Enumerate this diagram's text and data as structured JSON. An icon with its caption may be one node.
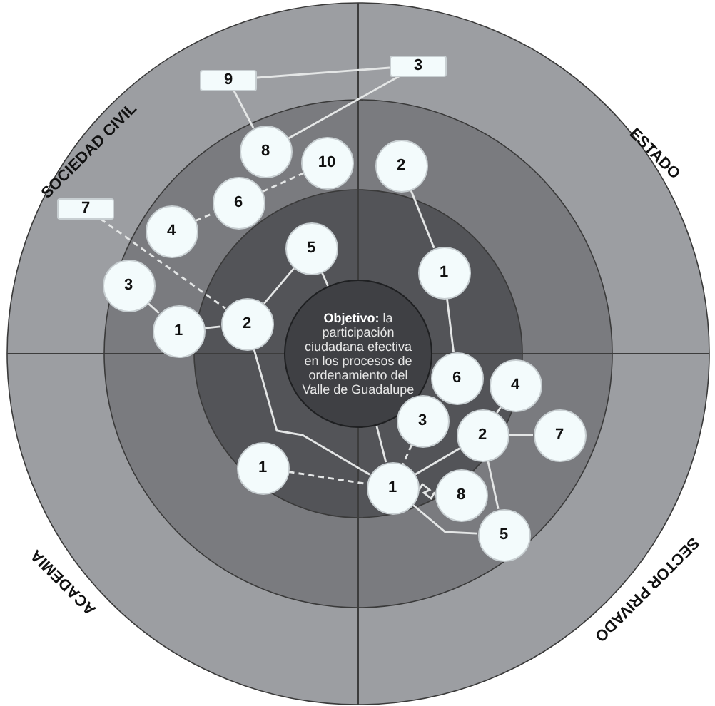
{
  "diagram": {
    "nodes": [
      {
        "text": [
          "3"
        ]
      },
      {
        "text": [
          "9"
        ]
      },
      {
        "text": [
          "8"
        ]
      },
      {
        "text": [
          "10"
        ]
      },
      {
        "text": [
          "2"
        ]
      },
      {
        "text": [
          "6"
        ]
      },
      {
        "text": [
          "7"
        ]
      },
      {
        "text": [
          "4"
        ]
      },
      {
        "text": [
          "5"
        ]
      },
      {
        "text": [
          "1"
        ]
      },
      {
        "text": [
          "3"
        ]
      },
      {
        "text": [
          "2"
        ]
      },
      {
        "text": [
          "1"
        ]
      },
      {
        "text": [
          "**Objetivo:** la participación ciudadana efectiva en los procesos de ordenamiento del Valle de Guadalupe"
        ]
      },
      {
        "text": [
          "6"
        ]
      },
      {
        "text": [
          "4"
        ]
      },
      {
        "text": [
          "3"
        ]
      },
      {
        "text": [
          "2"
        ]
      },
      {
        "text": [
          "7"
        ]
      },
      {
        "text": [
          "1"
        ]
      },
      {
        "text": [
          "1"
        ]
      },
      {
        "text": [
          "8"
        ]
      },
      {
        "text": [
          "5"
        ]
      }
    ],
    "edges": [
      {
        "from": 0,
        "to": 1,
        "arrow": "none"
      },
      {
        "from": 0,
        "to": 2,
        "arrow": "none"
      },
      {
        "from": 1,
        "to": 2,
        "arrow": "none"
      },
      {
        "from": 5,
        "to": 3,
        "arrow": "none",
        "style": "dashed"
      },
      {
        "from": 7,
        "to": 5,
        "arrow": "none",
        "style": "dashed"
      },
      {
        "from": 6,
        "to": 11,
        "arrow": "none",
        "style": "dashed"
      },
      {
        "from": 10,
        "to": 12,
        "arrow": "none"
      },
      {
        "from": 12,
        "to": 11,
        "arrow": "none"
      },
      {
        "from": 11,
        "to": 8,
        "arrow": "none"
      },
      {
        "from": 8,
        "to": 13,
        "arrow": "none"
      },
      {
        "from": 11,
        "to": 20,
        "arrow": "none"
      },
      {
        "from": 4,
        "to": 9,
        "arrow": "none"
      },
      {
        "from": 9,
        "to": 14,
        "arrow": "none"
      },
      {
        "from": 15,
        "to": 17,
        "arrow": "none"
      },
      {
        "from": 17,
        "to": 18,
        "arrow": "none"
      },
      {
        "from": 17,
        "to": 20,
        "arrow": "none"
      },
      {
        "from": 17,
        "to": 22,
        "arrow": "none"
      },
      {
        "from": 16,
        "to": 20,
        "arrow": "none",
        "style": "dashed"
      },
      {
        "from": 20,
        "to": 22,
        "arrow": "none"
      },
      {
        "from": 20,
        "to": 21,
        "arrow": "none"
      },
      {
        "from": 13,
        "to": 20,
        "arrow": "none"
      },
      {
        "from": 19,
        "to": 20,
        "arrow": "none",
        "style": "dashed"
      }
    ],
    "labels": [
      "SOCIEDAD CIVIL",
      "ESTADO",
      "ACADEMIA",
      "SECTOR PRIVADO"
    ]
  }
}
